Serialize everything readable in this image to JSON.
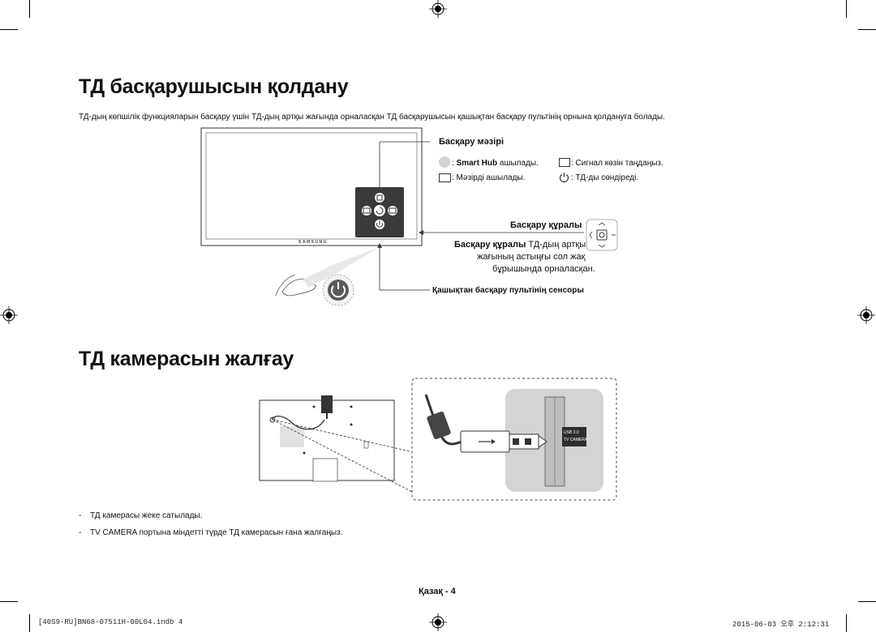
{
  "section1": {
    "title": "ТД басқарушысын қолдану",
    "intro": "ТД-дың көпшілік функцияларын басқару үшін ТД-дың артқы жағында орналасқан ТД басқарушысын қашықтан басқару пультінің орнына қолдануға болады.",
    "tv_brand": "SAMSUNG",
    "menu": {
      "heading": "Басқару мәзірі",
      "smart_hub_bold": "Smart Hub",
      "smart_hub_rest": "ашылады.",
      "source": ": Сигнал көзін таңдаңыз.",
      "menu_item": ": Мәзірді ашылады.",
      "power": ": ТД-ды сөндіреді."
    },
    "controller": {
      "heading": "Басқару құралы",
      "desc_bold": "Басқару құралы",
      "desc_line1_rest": "ТД-дың артқы",
      "desc_line2": "жағының астыңғы сол жақ",
      "desc_line3": "бұрышында орналасқан."
    },
    "sensor_label": "Қашықтан басқару пультінің сенсоры"
  },
  "section2": {
    "title": "ТД камерасын жалғау",
    "port_label_1": "USB 3.0",
    "port_label_2": "TV CAMERA",
    "notes": [
      "ТД камерасы жеке сатылады.",
      "TV CAMERA портына міндетті түрде ТД камерасын ғана жалғаңыз."
    ],
    "note_dash": "-"
  },
  "page_number": "Қазақ - 4",
  "footer": {
    "left": "[40S9-RU]BN68-07511H-00L04.indb   4",
    "right": "2015-06-03   오후 2:12:31"
  },
  "colors": {
    "text": "#111111",
    "panel_dark": "#3a3a3a",
    "panel_gray": "#d4d4d4",
    "dashed": "#444444"
  }
}
